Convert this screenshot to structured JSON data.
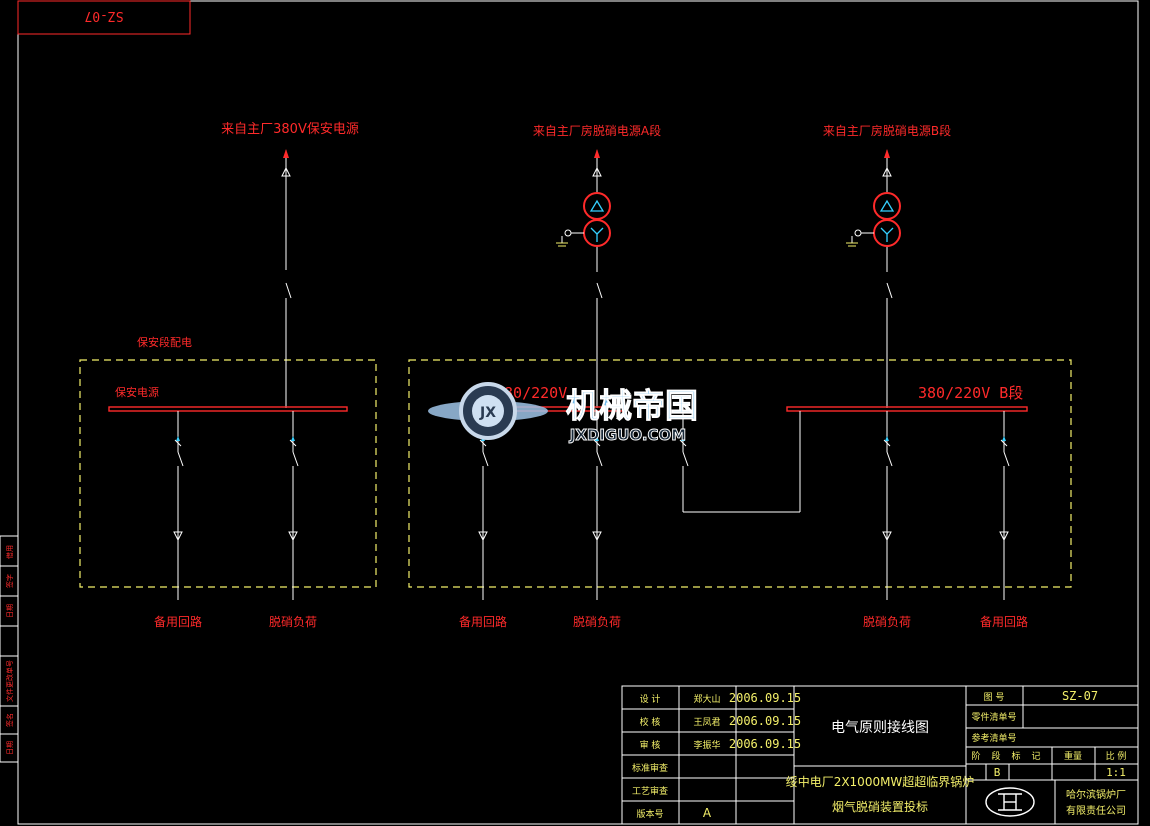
{
  "drawing_id_top": "SZ-07",
  "sources": {
    "s1": "来自主厂380V保安电源",
    "s2": "来自主厂房脱硝电源A段",
    "s3": "来自主厂房脱硝电源B段"
  },
  "panel_label": "保安段配电",
  "left_bus_label": "保安电源",
  "bus_a_label": "380/220V",
  "bus_b_label": "380/220V B段",
  "loads": {
    "l1": "备用回路",
    "l2": "脱硝负荷",
    "l3": "备用回路",
    "l4": "脱硝负荷",
    "l5": "脱硝负荷",
    "l6": "备用回路"
  },
  "watermark": {
    "brand": "机械帝国",
    "url": "JXDIGUO.COM",
    "logo_text": "JX"
  },
  "title_block": {
    "sign_rows": [
      {
        "role": "设 计",
        "name": "郑大山",
        "date": "2006.09.15"
      },
      {
        "role": "校 核",
        "name": "王凤君",
        "date": "2006.09.15"
      },
      {
        "role": "审 核",
        "name": "李振华",
        "date": "2006.09.15"
      },
      {
        "role": "标准审查",
        "name": "",
        "date": ""
      },
      {
        "role": "工艺审查",
        "name": "",
        "date": ""
      },
      {
        "role": "版本号",
        "name": "A",
        "date": ""
      }
    ],
    "title": "电气原则接线图",
    "project_line1": "绥中电厂2X1000MW超超临界锅炉",
    "project_line2": "烟气脱硝装置投标",
    "drawing_no_label": "图 号",
    "drawing_no": "SZ-07",
    "parts_list_label": "零件清单号",
    "ref_list_label": "参考清单号",
    "mark_headers": [
      "阶",
      "段",
      "标",
      "记",
      "重量",
      "比 例"
    ],
    "stage_value": "B",
    "scale_value": "1:1",
    "company_line1": "哈尔滨锅炉厂",
    "company_line2": "有限责任公司"
  },
  "side_strip": [
    "借用",
    "签字",
    "日期",
    "文件更改单号",
    "签名",
    "日期"
  ]
}
